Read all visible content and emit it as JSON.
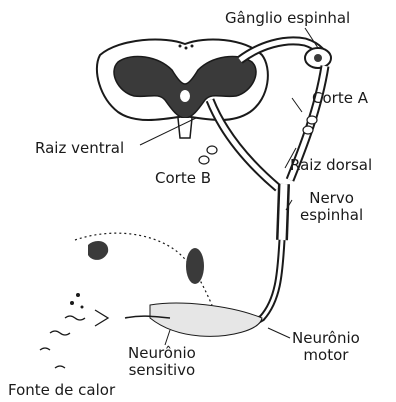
{
  "labels": {
    "ganglio": "Gânglio espinhal",
    "corte_a": "Corte A",
    "raiz_ventral": "Raiz ventral",
    "raiz_dorsal": "Raiz dorsal",
    "corte_b": "Corte B",
    "nervo_line1": "Nervo",
    "nervo_line2": "espinhal",
    "neuronio_motor_line1": "Neurônio",
    "neuronio_motor_line2": "motor",
    "neuronio_sensitivo_line1": "Neurônio",
    "neuronio_sensitivo_line2": "sensitivo",
    "fonte": "Fonte de calor"
  },
  "colors": {
    "ink": "#1a1a1a",
    "gray_matter": "#3a3a3a",
    "stipple": "#e6e6e6"
  }
}
